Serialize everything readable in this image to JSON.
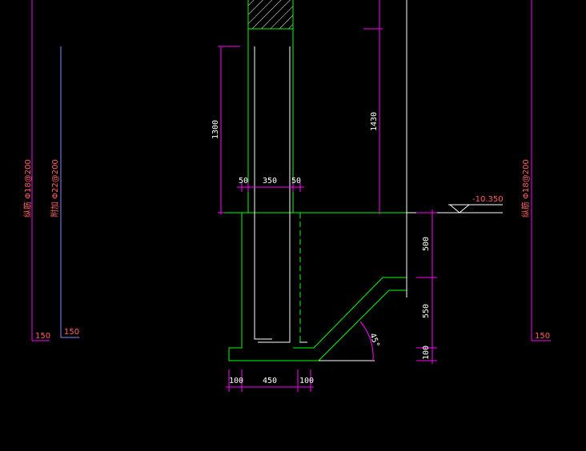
{
  "colors": {
    "background": "#000000",
    "concrete": "#00ff00",
    "rebar": "#ffffff",
    "dimension": "#ff00ff",
    "label": "#ff6060",
    "text": "#ffffff",
    "hatch": "#ffffff"
  },
  "rebar_labels": {
    "left_vertical": "纵筋 Φ18@200",
    "left_extra": "附加 Φ22@200",
    "right_vertical": "纵筋 Φ18@200",
    "hook_left": "150",
    "hook_extra": "150",
    "hook_right": "150"
  },
  "elevation": {
    "value": "-10.350"
  },
  "dimensions": {
    "embed_left": "1300",
    "embed_right": "1430",
    "cover_left": "50",
    "wall_width": "350",
    "cover_right": "50",
    "step_upper": "500",
    "step_lower": "550",
    "slab_thickness": "100",
    "base_left": "100",
    "base_mid": "450",
    "base_right": "100",
    "slope_angle": "45°"
  }
}
